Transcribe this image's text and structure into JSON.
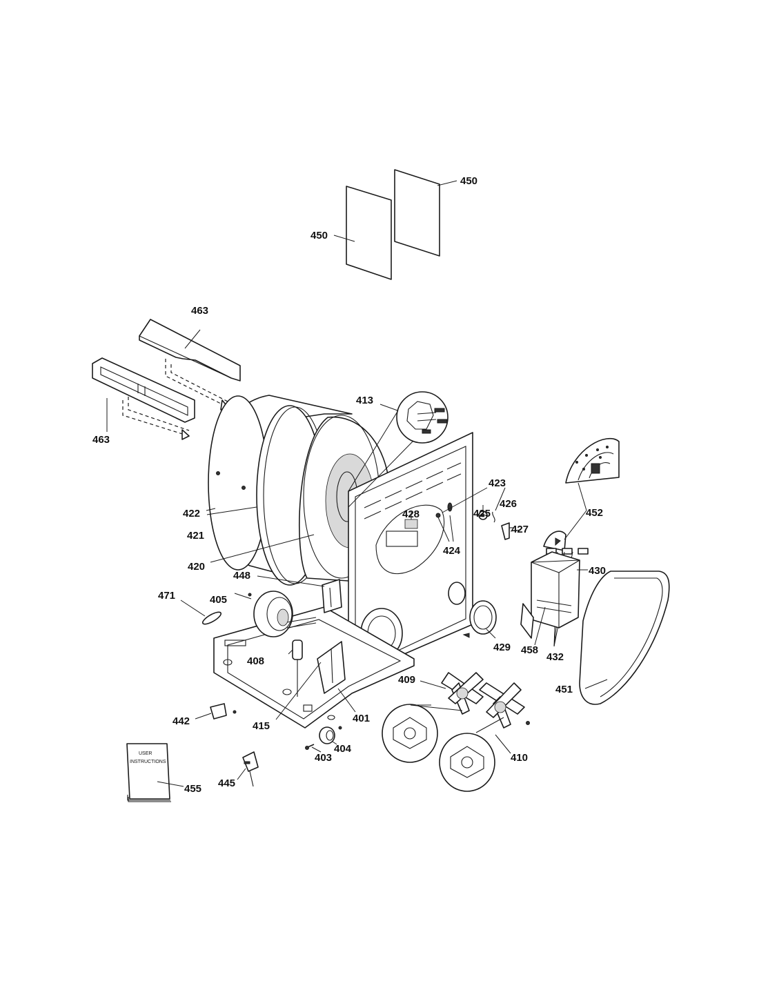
{
  "callouts": {
    "c450a": "450",
    "c450b": "450",
    "c463a": "463",
    "c463b": "463",
    "c413": "413",
    "c422": "422",
    "c421": "421",
    "c420": "420",
    "c423": "423",
    "c428": "428",
    "c425": "425",
    "c426": "426",
    "c427": "427",
    "c424": "424",
    "c452": "452",
    "c430": "430",
    "c448": "448",
    "c471": "471",
    "c405": "405",
    "c429": "429",
    "c458": "458",
    "c432": "432",
    "c451": "451",
    "c408": "408",
    "c409": "409",
    "c442": "442",
    "c415": "415",
    "c401": "401",
    "c404": "404",
    "c403": "403",
    "c410": "410",
    "c445": "445",
    "c455": "455"
  },
  "manual": {
    "line1": "USER",
    "line2": "INSTRUCTIONS"
  }
}
